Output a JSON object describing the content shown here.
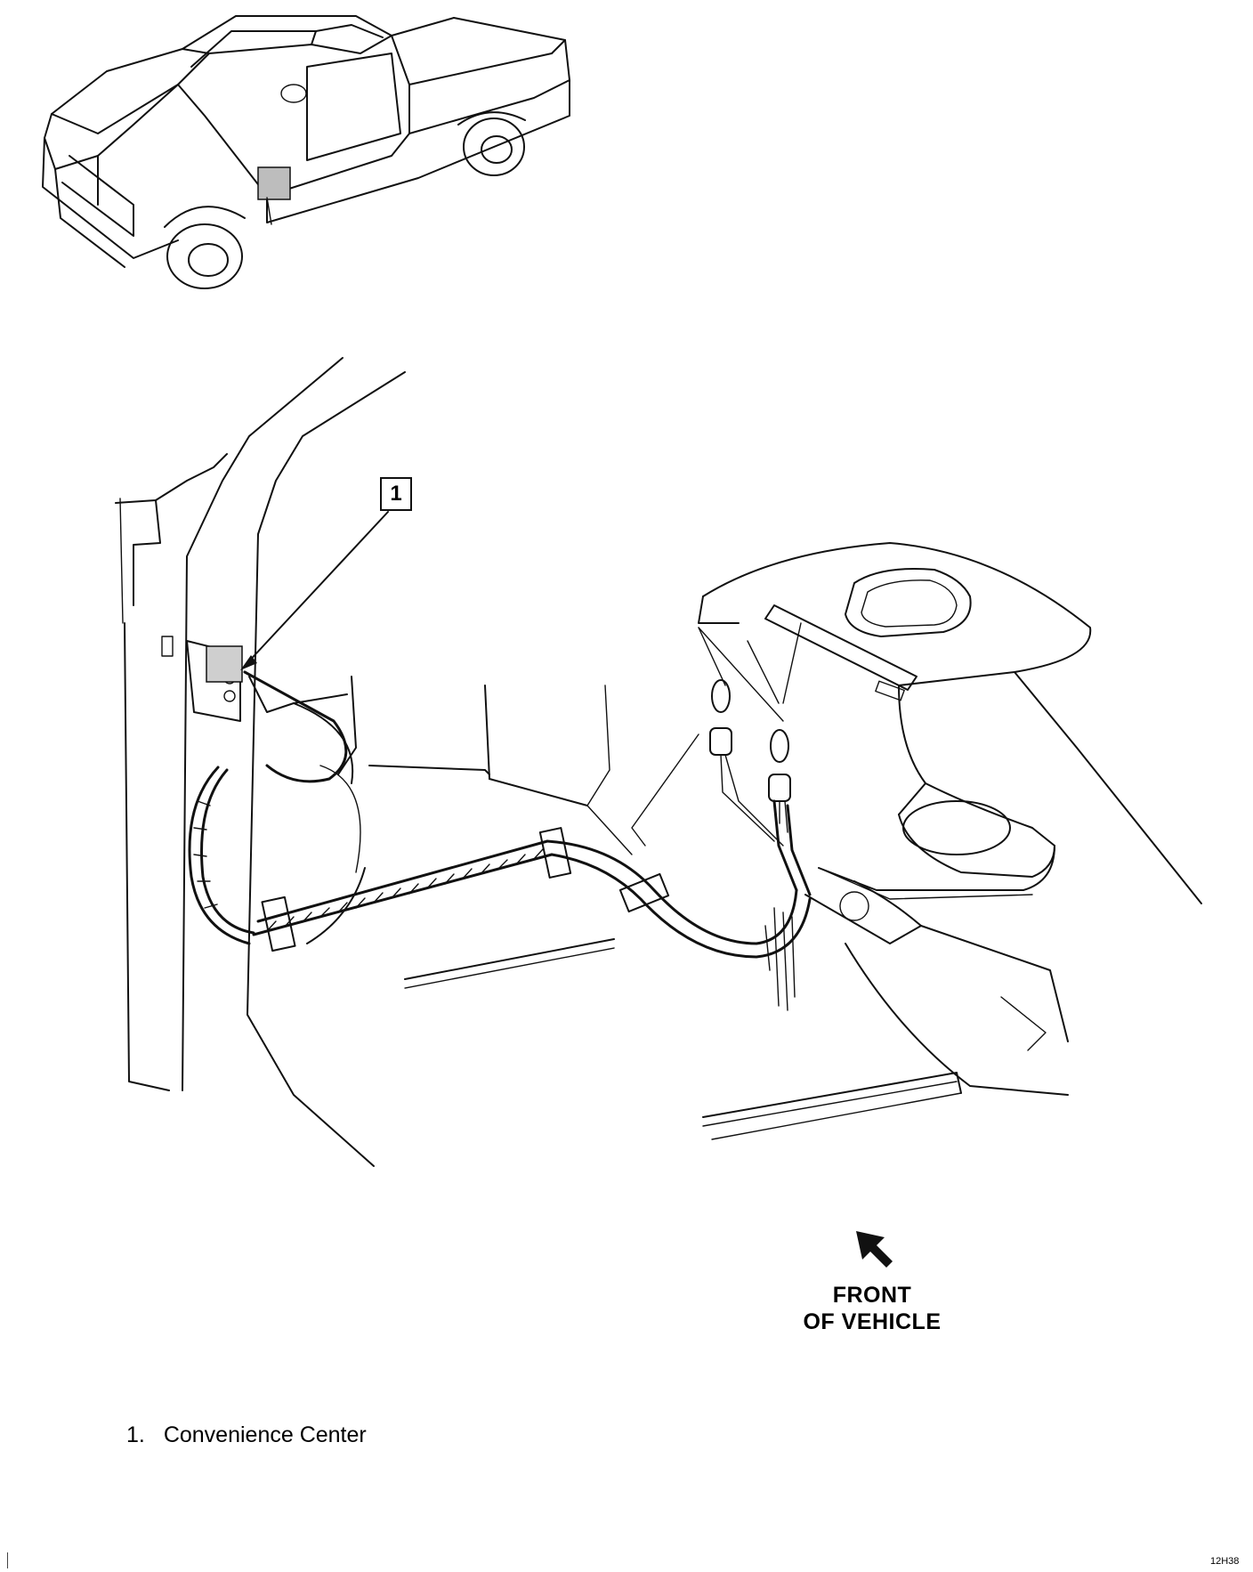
{
  "callout": {
    "number": "1"
  },
  "direction": {
    "line1": "FRONT",
    "line2": "OF VEHICLE"
  },
  "legend": {
    "items": [
      {
        "number": "1.",
        "label": "Convenience Center"
      }
    ]
  },
  "figure_code": "12H38"
}
